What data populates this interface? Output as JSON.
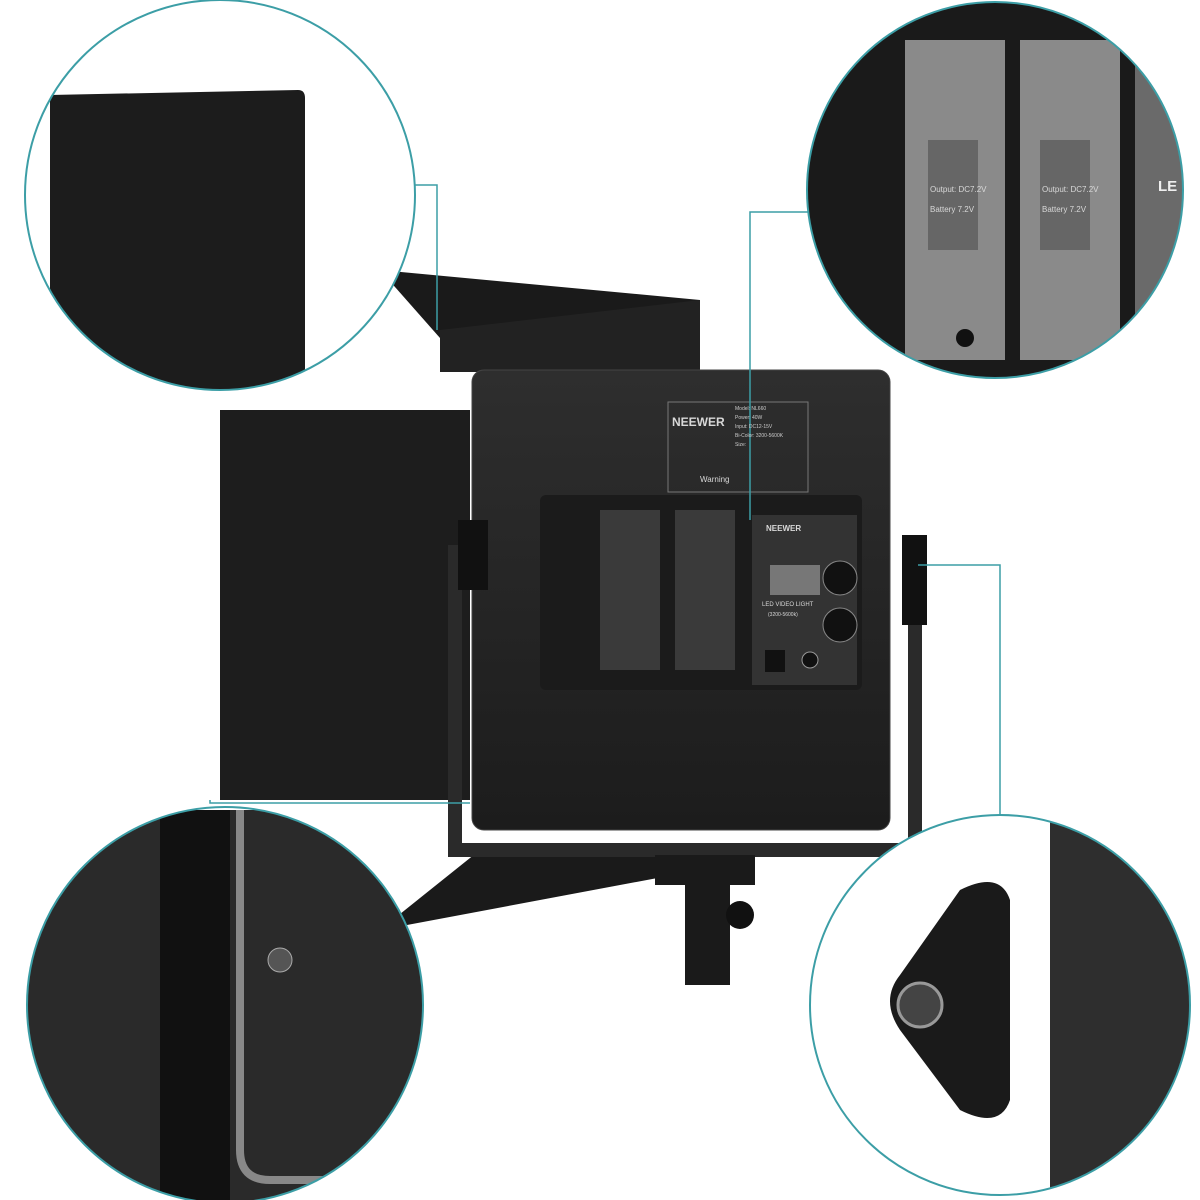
{
  "product": {
    "brand": "NEEWER",
    "label_lines": [
      "Model: NL660",
      "Power: 40W",
      "Input: DC12-15V",
      "Bi-Color: 3200-5600K",
      "Size:"
    ],
    "warning": "Warning",
    "panel_brand": "NEEWER",
    "panel_title": "LED VIDEO LIGHT",
    "panel_range": "(3200-5600k)",
    "battery_output": "Output: DC7.2V",
    "battery_rating": "Battery 7.2V",
    "edge_text": "LE"
  },
  "colors": {
    "callout_ring": "#3c9ea6",
    "body": "#262626",
    "background": "#ffffff"
  }
}
